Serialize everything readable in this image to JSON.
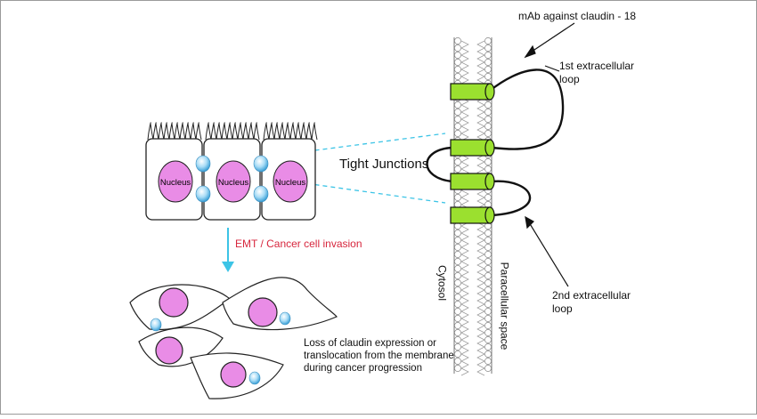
{
  "labels": {
    "mab": "mAb against claudin - 18",
    "loop1_line1": "1st extracellular",
    "loop1_line2": "loop",
    "loop2_line1": "2nd extracellular",
    "loop2_line2": "loop",
    "tight_junctions": "Tight Junctions",
    "nucleus": "Nucleus",
    "emt": "EMT / Cancer cell invasion",
    "cytosol": "Cytosol",
    "paracellular": "Paracellular space",
    "loss_line1": "Loss of claudin expression or",
    "loss_line2": "translocation from the membrane",
    "loss_line3": "during cancer progression"
  },
  "colors": {
    "claudin_green": "#9be02f",
    "nucleus_pink": "#e98ce6",
    "junction_blue": "#8fd0f0",
    "arrow_cyan": "#3cc4e6",
    "emt_red": "#d7263d"
  }
}
